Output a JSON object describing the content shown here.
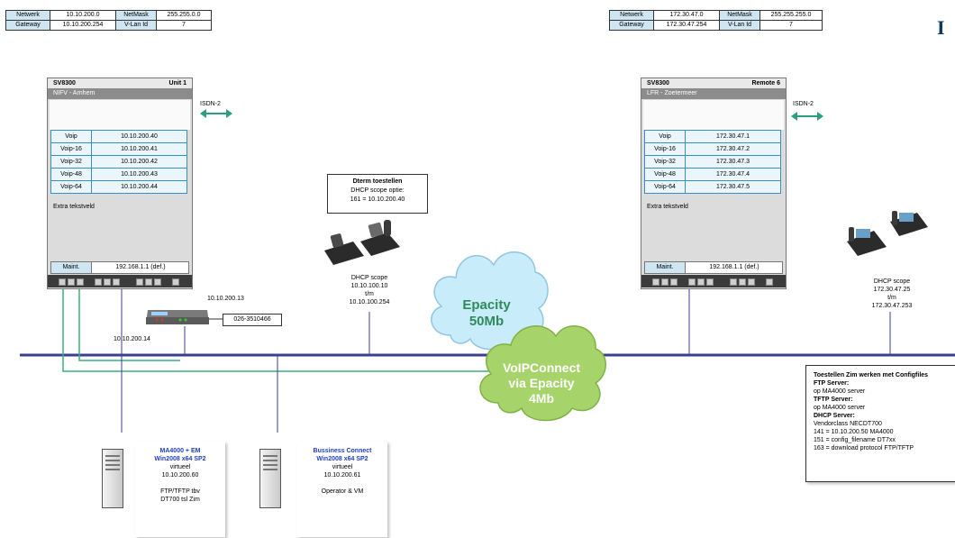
{
  "left_network": {
    "netwerk_label": "Netwerk",
    "netwerk_value": "10.10.200.0",
    "netmask_label": "NetMask",
    "netmask_value": "255.255.0.0",
    "gateway_label": "Gateway",
    "gateway_value": "10.10.200.254",
    "vlan_label": "V-Lan Id",
    "vlan_value": "7"
  },
  "right_network": {
    "netwerk_label": "Netwerk",
    "netwerk_value": "172.30.47.0",
    "netmask_label": "NetMask",
    "netmask_value": "255.255.255.0",
    "gateway_label": "Gateway",
    "gateway_value": "172.30.47.254",
    "vlan_label": "V-Lan Id",
    "vlan_value": "7"
  },
  "corner_logo": "I",
  "unit1": {
    "model": "SV8300",
    "unit": "Unit 1",
    "location": "NIFV - Arnhem",
    "voip": [
      {
        "name": "Voip",
        "ip": "10.10.200.40"
      },
      {
        "name": "Voip-16",
        "ip": "10.10.200.41"
      },
      {
        "name": "Voip-32",
        "ip": "10.10.200.42"
      },
      {
        "name": "Voip-48",
        "ip": "10.10.200.43"
      },
      {
        "name": "Voip-64",
        "ip": "10.10.200.44"
      }
    ],
    "extra": "Extra tekstveld",
    "maint_label": "Maint.",
    "maint_value": "192.168.1.1 (def.)",
    "isdn": "ISDN-2"
  },
  "remote6": {
    "model": "SV8300",
    "unit": "Remote 6",
    "location": "LFR - Zoetermeer",
    "voip": [
      {
        "name": "Voip",
        "ip": "172.30.47.1"
      },
      {
        "name": "Voip-16",
        "ip": "172.30.47.2"
      },
      {
        "name": "Voip-32",
        "ip": "172.30.47.3"
      },
      {
        "name": "Voip-48",
        "ip": "172.30.47.4"
      },
      {
        "name": "Voip-64",
        "ip": "172.30.47.5"
      }
    ],
    "extra": "Extra tekstveld",
    "maint_label": "Maint.",
    "maint_value": "192.168.1.1 (def.)",
    "isdn": "ISDN-2"
  },
  "dterm_box": {
    "title": "Dterm toestellen",
    "line1": "DHCP scope optie:",
    "line2": "161 = 10.10.200.40"
  },
  "left_dhcp": [
    "DHCP scope",
    "10.10.100.10",
    "t/m",
    "10.10.100.254"
  ],
  "right_dhcp": [
    "DHCP scope",
    "172.30.47.25",
    "t/m",
    "172.30.47.253"
  ],
  "router": {
    "ip_top": "10.10.200.13",
    "ip_left": "10.10.200.14",
    "number": "026-3510466"
  },
  "clouds": {
    "epacity": [
      "Epacity",
      "50Mb"
    ],
    "voipconnect": [
      "VoIPConnect",
      "via Epacity",
      "4Mb"
    ]
  },
  "server1": {
    "lines_bold": [
      "MA4000 + EM",
      "Win2008 x64 SP2"
    ],
    "lines": [
      "virtueel",
      "10.10.200.60",
      "",
      "FTP/TFTP tbv",
      "DT700 tsl Zim"
    ]
  },
  "server2": {
    "lines_bold": [
      "Bussiness Connect",
      "Win2008 x64 SP2"
    ],
    "lines": [
      "virtueel",
      "10.10.200.61",
      "",
      "Operator & VM"
    ]
  },
  "config_box": {
    "lines": [
      {
        "t": "Toestellen Zim werken met Configfiles",
        "b": true
      },
      {
        "t": "FTP Server:",
        "b": true
      },
      {
        "t": "op MA4000 server",
        "b": false
      },
      {
        "t": "TFTP Server:",
        "b": true
      },
      {
        "t": "op MA4000 server",
        "b": false
      },
      {
        "t": "DHCP Server:",
        "b": true
      },
      {
        "t": "Vendorclass NECDT700",
        "b": false
      },
      {
        "t": "141 = 10.10.200.50 MA4000",
        "b": false
      },
      {
        "t": "151 = config_filename DT7xx",
        "b": false
      },
      {
        "t": "163 = download protocol FTP/TFTP",
        "b": false
      }
    ]
  },
  "colors": {
    "lan": "#3b3f8f",
    "green_link": "#3ab07a",
    "cloud_blue": "#c9ecfb",
    "cloud_green": "#a7d46a"
  }
}
